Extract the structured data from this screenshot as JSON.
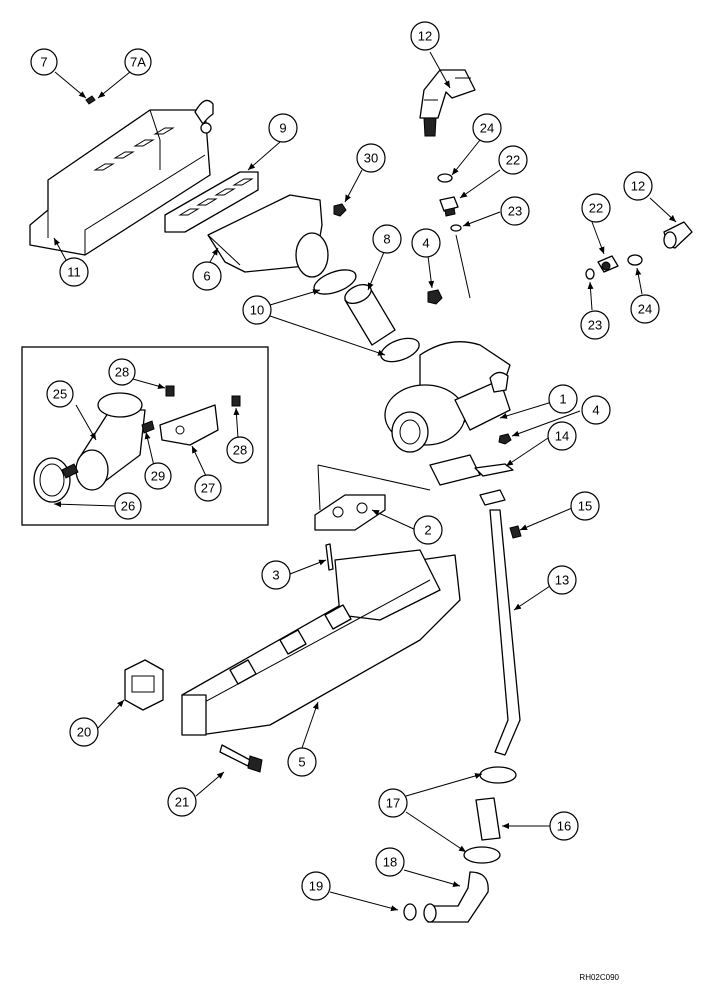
{
  "callouts": {
    "c7": "7",
    "c7a": "7A",
    "c12a": "12",
    "c9": "9",
    "c30": "30",
    "c24a": "24",
    "c22a": "22",
    "c23a": "23",
    "c22b": "22",
    "c12b": "12",
    "c8": "8",
    "c4a": "4",
    "c11": "11",
    "c6": "6",
    "c10": "10",
    "c23b": "23",
    "c24b": "24",
    "c28a": "28",
    "c25": "25",
    "c29": "29",
    "c28b": "28",
    "c27": "27",
    "c26": "26",
    "c1": "1",
    "c4b": "4",
    "c14": "14",
    "c15": "15",
    "c2": "2",
    "c3": "3",
    "c13": "13",
    "c20": "20",
    "c5": "5",
    "c21": "21",
    "c17": "17",
    "c16": "16",
    "c18": "18",
    "c19": "19"
  },
  "reference_code": "RH02C090"
}
